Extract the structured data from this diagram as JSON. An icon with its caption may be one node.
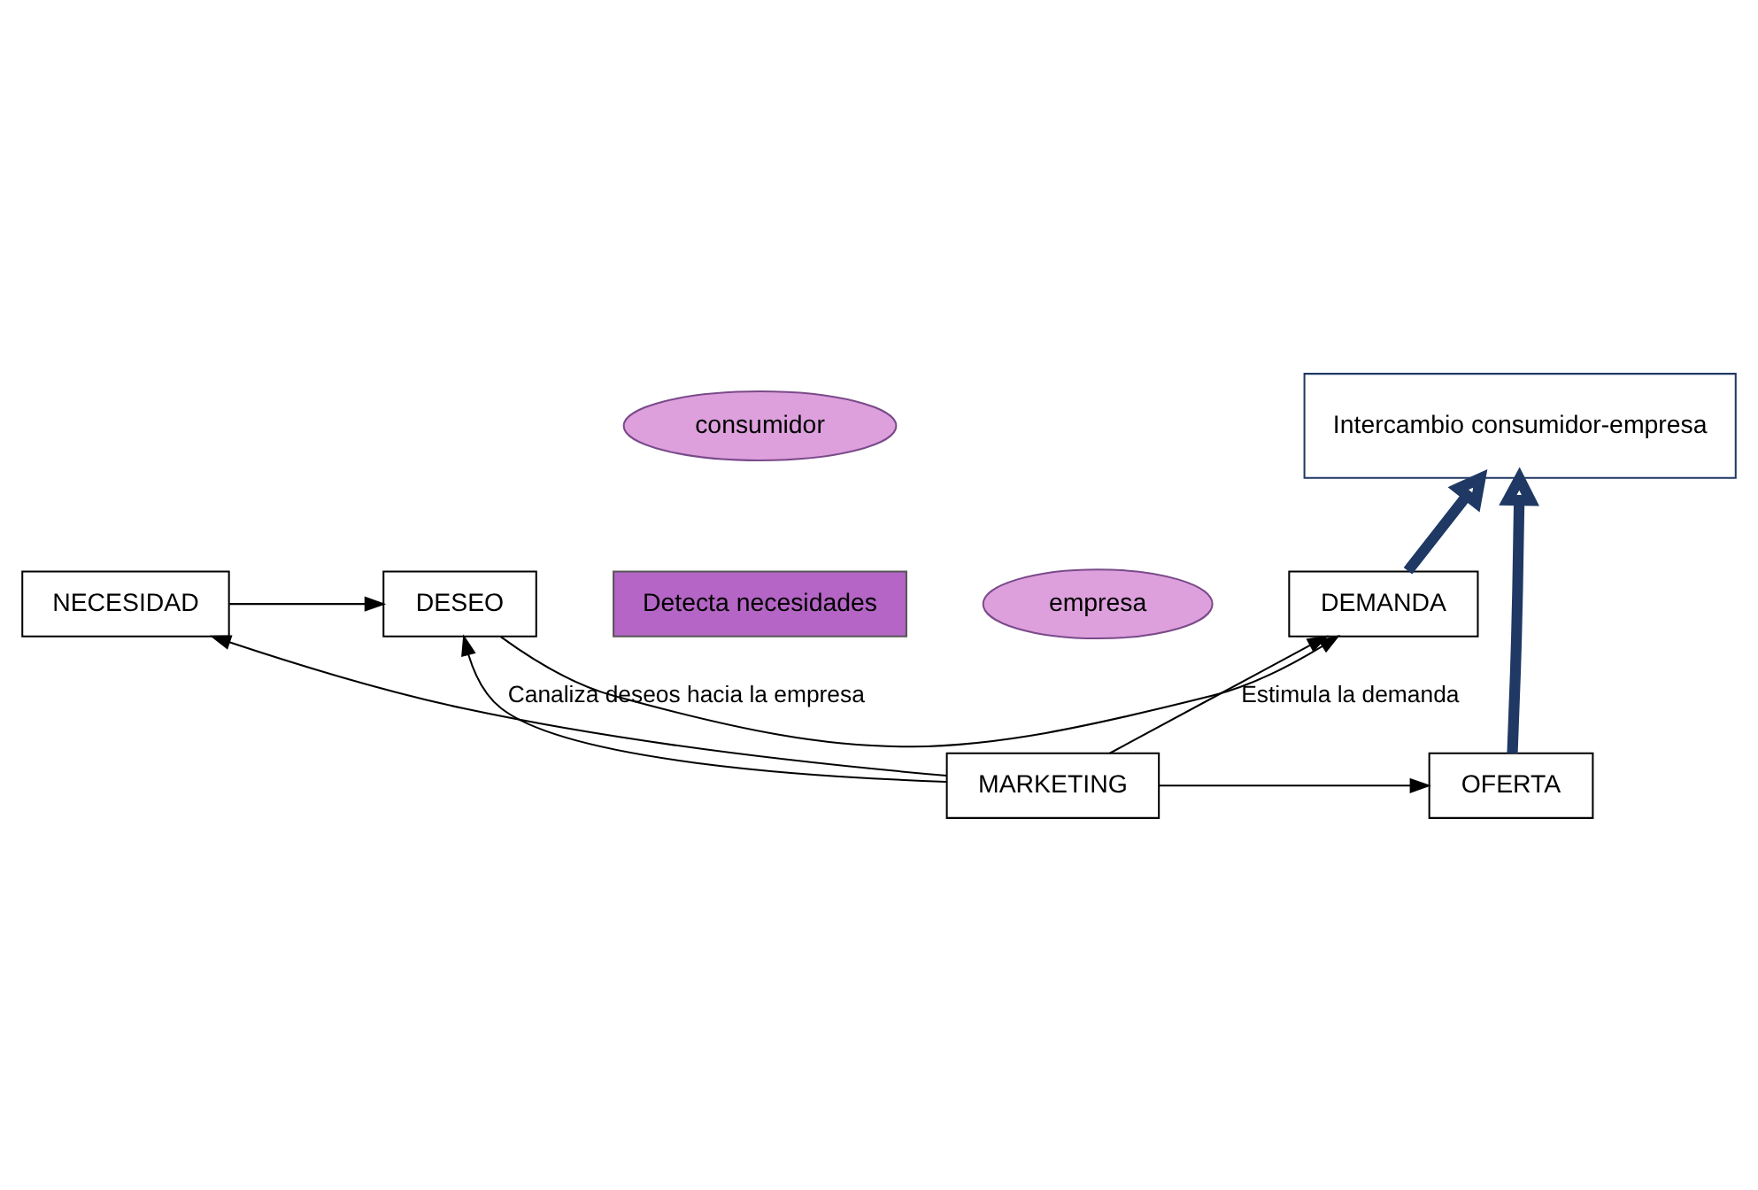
{
  "diagram": {
    "nodes": [
      {
        "text": [
          "NECESIDAD"
        ]
      },
      {
        "text": [
          "DESEO"
        ]
      },
      {
        "text": [
          "DEMANDA"
        ]
      },
      {
        "text": [
          "consumidor"
        ]
      },
      {
        "text": [
          "Detecta necesidades"
        ]
      },
      {
        "text": [
          "Intercambio consumidor-empresa"
        ]
      },
      {
        "text": [
          "empresa"
        ]
      },
      {
        "text": [
          "MARKETING"
        ]
      },
      {
        "text": [
          "OFERTA"
        ]
      }
    ],
    "edges": [
      {
        "from": 0,
        "to": 1,
        "arrow": "to"
      },
      {
        "from": 1,
        "to": 2,
        "arrow": "to"
      },
      {
        "from": 7,
        "to": 0,
        "arrow": "to"
      },
      {
        "from": 7,
        "to": 1,
        "arrow": "to",
        "label": "Canaliza deseos hacia la empresa"
      },
      {
        "from": 7,
        "to": 2,
        "arrow": "to",
        "label": "Estimula la demanda"
      },
      {
        "from": 2,
        "to": 5,
        "arrow": "to",
        "style": "thick",
        "color": "#1f3864"
      },
      {
        "from": 8,
        "to": 5,
        "arrow": "to",
        "style": "thick",
        "color": "#1f3864"
      },
      {
        "from": 7,
        "to": 8,
        "arrow": "to"
      }
    ]
  }
}
